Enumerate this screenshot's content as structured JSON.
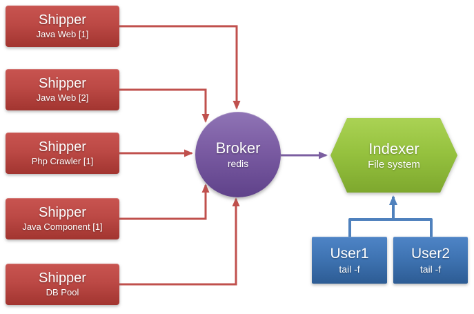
{
  "nodes": {
    "shippers": [
      {
        "title": "Shipper",
        "subtitle": "Java Web [1]"
      },
      {
        "title": "Shipper",
        "subtitle": "Java Web [2]"
      },
      {
        "title": "Shipper",
        "subtitle": "Php Crawler [1]"
      },
      {
        "title": "Shipper",
        "subtitle": "Java Component [1]"
      },
      {
        "title": "Shipper",
        "subtitle": "DB Pool"
      }
    ],
    "broker": {
      "title": "Broker",
      "subtitle": "redis"
    },
    "indexer": {
      "title": "Indexer",
      "subtitle": "File system"
    },
    "users": [
      {
        "title": "User1",
        "subtitle": "tail -f"
      },
      {
        "title": "User2",
        "subtitle": "tail -f"
      }
    ]
  },
  "edges": [
    "Shipper Java Web [1] -> Broker",
    "Shipper Java Web [2] -> Broker",
    "Shipper Php Crawler [1] -> Broker",
    "Shipper Java Component [1] -> Broker",
    "Shipper DB Pool -> Broker",
    "Broker -> Indexer",
    "User1 -> Indexer",
    "User2 -> Indexer"
  ],
  "colors": {
    "shipper_red": "#bc4945",
    "arrow_red": "#c0504d",
    "broker_purple": "#7a5ba2",
    "arrow_purple": "#7b5ea0",
    "indexer_green": "#96c23f",
    "user_blue": "#3f74b3",
    "arrow_blue": "#4f81bd",
    "background": "#ffffff"
  }
}
